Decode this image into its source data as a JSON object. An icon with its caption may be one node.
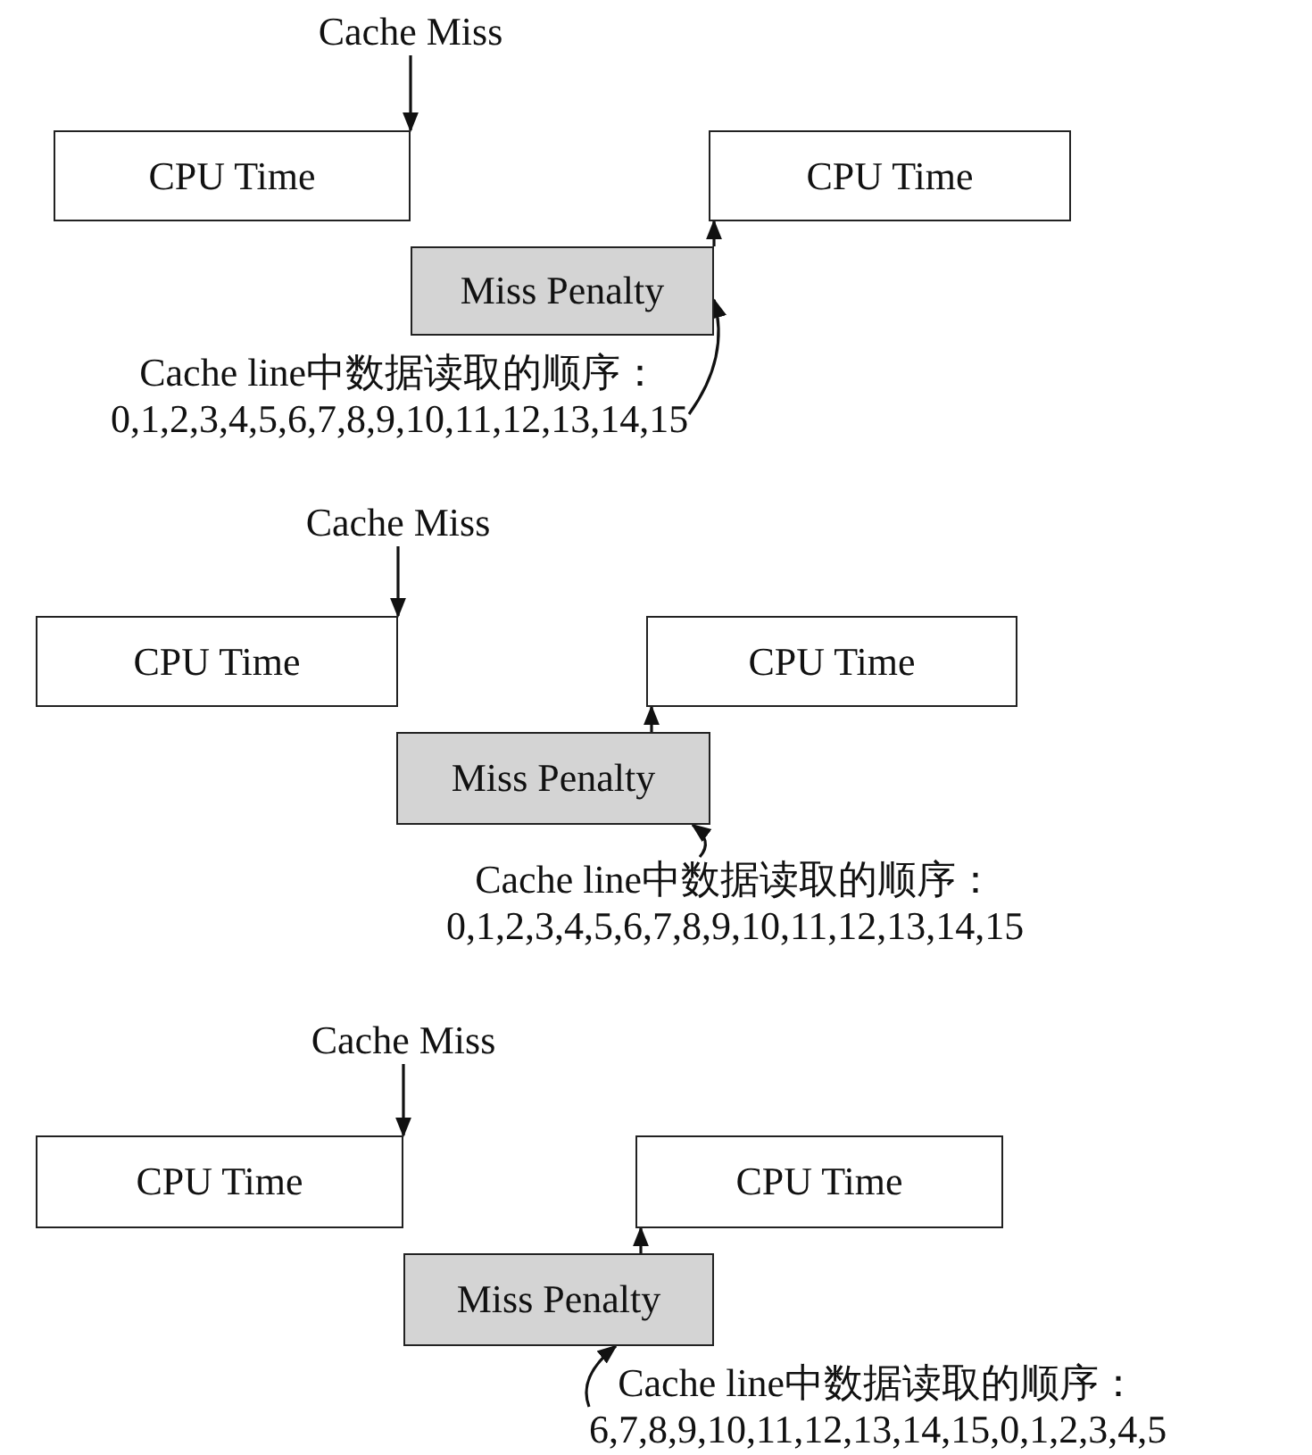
{
  "diagram": {
    "nodes": [
      {
        "text": [
          "Cache Miss"
        ]
      },
      {
        "text": [
          "CPU Time"
        ]
      },
      {
        "text": [
          "Miss Penalty"
        ]
      },
      {
        "text": [
          "CPU Time"
        ]
      },
      {
        "text": [
          "Cache line中数据读取的顺序：",
          "0,1,2,3,4,5,6,7,8,9,10,11,12,13,14,15"
        ]
      },
      {
        "text": [
          "Cache Miss"
        ]
      },
      {
        "text": [
          "CPU Time"
        ]
      },
      {
        "text": [
          "Miss Penalty"
        ]
      },
      {
        "text": [
          "CPU Time"
        ]
      },
      {
        "text": [
          "Cache line中数据读取的顺序：",
          "0,1,2,3,4,5,6,7,8,9,10,11,12,13,14,15"
        ]
      },
      {
        "text": [
          "Cache Miss"
        ]
      },
      {
        "text": [
          "CPU Time"
        ]
      },
      {
        "text": [
          "Miss Penalty"
        ]
      },
      {
        "text": [
          "CPU Time"
        ]
      },
      {
        "text": [
          "Cache line中数据读取的顺序：",
          "6,7,8,9,10,11,12,13,14,15,0,1,2,3,4,5"
        ]
      }
    ],
    "edges": [
      {
        "from": 0,
        "to": 1,
        "arrow": "to"
      },
      {
        "from": 2,
        "to": 3,
        "arrow": "to"
      },
      {
        "from": 4,
        "to": 2,
        "arrow": "to"
      },
      {
        "from": 5,
        "to": 6,
        "arrow": "to"
      },
      {
        "from": 7,
        "to": 8,
        "arrow": "to"
      },
      {
        "from": 9,
        "to": 7,
        "arrow": "to"
      },
      {
        "from": 10,
        "to": 11,
        "arrow": "to"
      },
      {
        "from": 12,
        "to": 13,
        "arrow": "to"
      },
      {
        "from": 14,
        "to": 12,
        "arrow": "to"
      }
    ]
  }
}
